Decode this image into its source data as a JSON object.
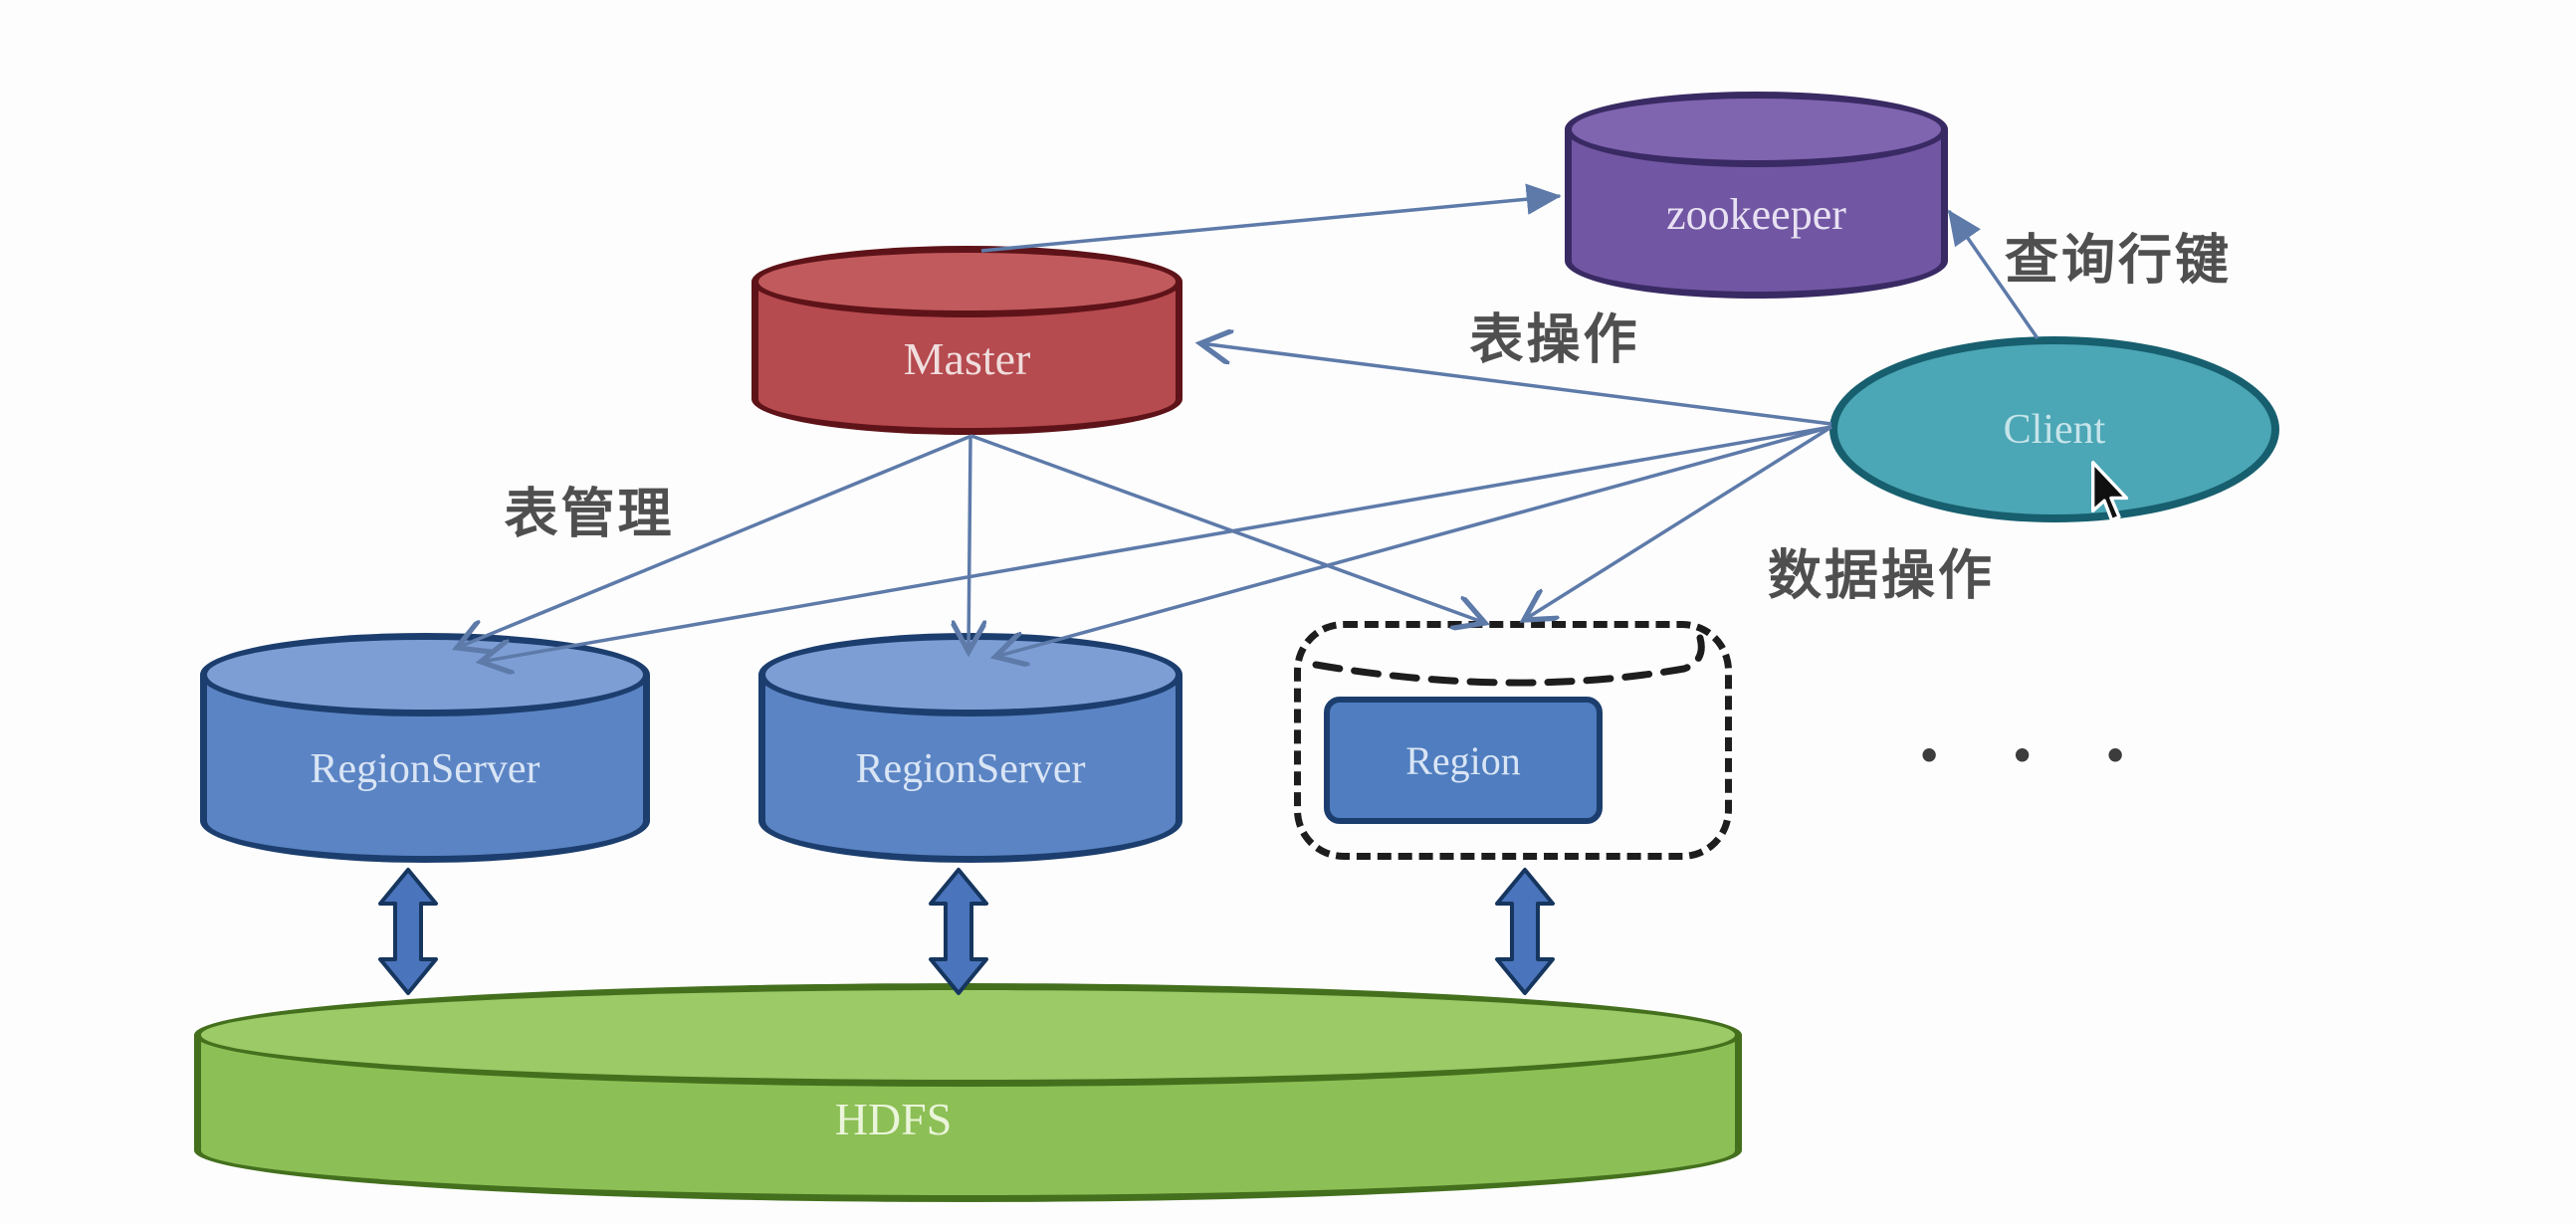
{
  "nodes": {
    "zookeeper": {
      "label": "zookeeper",
      "fill": "#7156a3",
      "border": "#392a63",
      "text_color": "#e8e1f3"
    },
    "master": {
      "label": "Master",
      "fill": "#b54a4f",
      "border": "#5e1318",
      "text_color": "#f0dddd"
    },
    "client": {
      "label": "Client",
      "fill": "#4ba6b5",
      "border": "#175f6e",
      "text_color": "#c5e4ea"
    },
    "regionserver1": {
      "label": "RegionServer",
      "fill": "#5b84c4",
      "border": "#1c3e6e",
      "text_color": "#d9e5f5"
    },
    "regionserver2": {
      "label": "RegionServer",
      "fill": "#5b84c4",
      "border": "#1c3e6e",
      "text_color": "#d9e5f5"
    },
    "region": {
      "label": "Region",
      "fill": "#4f7dbf",
      "border": "#1c3e6e",
      "text_color": "#d9e5f5"
    },
    "hdfs": {
      "label": "HDFS",
      "fill": "#8cbf55",
      "border": "#44701e",
      "text_color": "#eaf5da"
    },
    "more_nodes_ellipsis": {
      "label": "• • •"
    }
  },
  "edge_labels": {
    "query_row_key": "查询行键",
    "table_operation": "表操作",
    "table_management": "表管理",
    "data_operation": "数据操作"
  },
  "colors": {
    "background": "#fdfdfd",
    "connector": "#5d7aa9",
    "double_arrow_fill": "#4a74bb",
    "double_arrow_border": "#16365f",
    "dashed_border": "#1d1d1d"
  }
}
